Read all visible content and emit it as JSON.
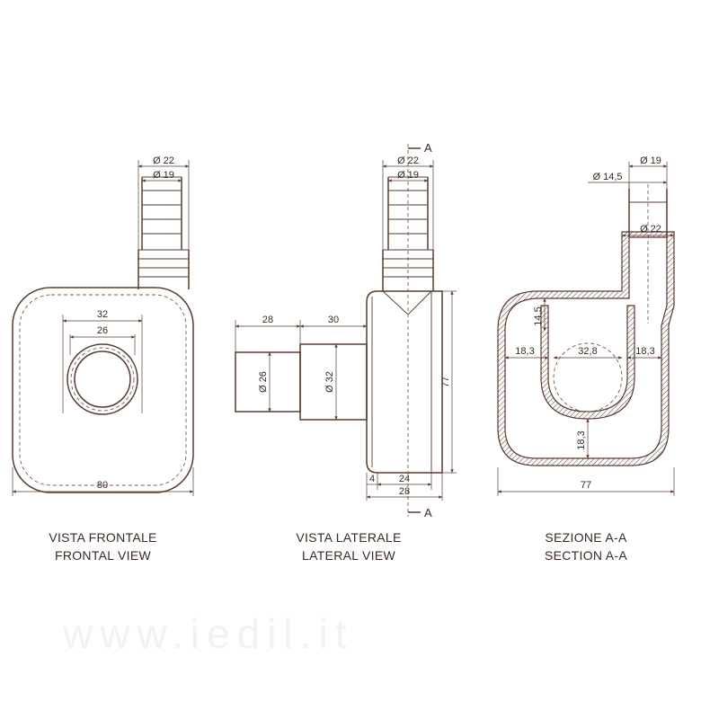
{
  "dims": {
    "front_d22": "Ø 22",
    "front_d19": "Ø 19",
    "front_32": "32",
    "front_26": "26",
    "front_80": "80",
    "lat_d22": "Ø 22",
    "lat_d19": "Ø 19",
    "lat_28a": "28",
    "lat_30": "30",
    "lat_d26": "Ø 26",
    "lat_d32": "Ø 32",
    "lat_77": "77",
    "lat_4": "4",
    "lat_24": "24",
    "lat_28b": "28",
    "sec_d19": "Ø 19",
    "sec_d145": "Ø 14,5",
    "sec_d22": "Ø 22",
    "sec_145": "14,5",
    "sec_183l": "18,3",
    "sec_328": "32,8",
    "sec_183r": "18,3",
    "sec_183b": "18,3",
    "sec_77": "77"
  },
  "section_marks": {
    "top": "A",
    "bottom": "A"
  },
  "captions": {
    "front_it": "VISTA FRONTALE",
    "front_en": "FRONTAL VIEW",
    "lat_it": "VISTA LATERALE",
    "lat_en": "LATERAL VIEW",
    "sec_it": "SEZIONE A-A",
    "sec_en": "SECTION A-A"
  },
  "watermark": "www.iedil.it",
  "colors": {
    "line": "#5a3a2e",
    "text": "#3a2a24"
  }
}
